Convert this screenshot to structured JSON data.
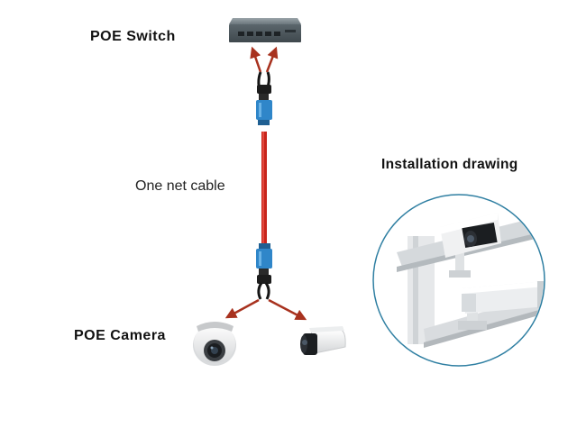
{
  "labels": {
    "poe_switch": "POE  Switch",
    "net_cable": "One net cable",
    "installation": "Installation drawing",
    "poe_camera": "POE  Camera"
  },
  "colors": {
    "cable": "#c8251c",
    "arrow": "#a8321f",
    "splitter": "#2f86c9",
    "circle_border": "#2f7fa2",
    "switch_body": "#5f6b71"
  },
  "icons": {
    "switch": "network-switch-icon",
    "splitter_top": "poe-splitter-icon",
    "splitter_bottom": "poe-splitter-icon",
    "dome_camera": "dome-camera-icon",
    "bullet_camera": "bullet-camera-icon",
    "installation_photo": "mounted-cameras-icon"
  }
}
